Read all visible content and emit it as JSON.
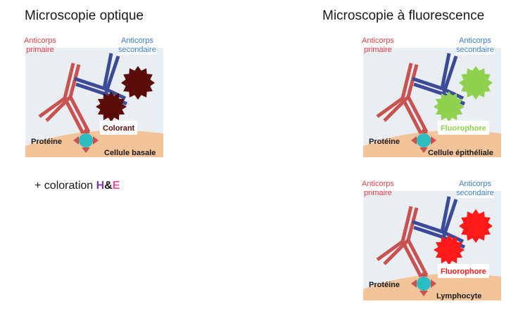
{
  "titles": {
    "left": "Microscopie optique",
    "right": "Microscopie à fluorescence"
  },
  "panels": [
    {
      "primary_label": "Anticorps\nprimaire",
      "secondary_label": "Anticorps\nsecondaire",
      "marker_label": "Colorant",
      "protein_label": "Protéine",
      "cell_label": "Cellule basale",
      "marker_color": "#5a0c08",
      "marker_label_color": "#5a0c08"
    },
    {
      "primary_label": "Anticorps\nprimaire",
      "secondary_label": "Anticorps\nsecondaire",
      "marker_label": "Fluorophore",
      "protein_label": "Protéine",
      "cell_label": "Cellule épithéliale",
      "marker_color": "#8fd14f",
      "marker_label_color": "#8fd14f"
    },
    {
      "primary_label": "Anticorps\nprimaire",
      "secondary_label": "Anticorps\nsecondaire",
      "marker_label": "Fluorophore",
      "protein_label": "Protéine",
      "cell_label": "Lymphocyte",
      "marker_color": "#ff1a1a",
      "marker_label_color": "#ff1a1a"
    }
  ],
  "caption": {
    "prefix": "+ coloration ",
    "h": "H",
    "amp": "&",
    "e": "E"
  },
  "colors": {
    "primary_antibody": "#c9524f",
    "secondary_antibody": "#3c4a9a",
    "protein": "#2bbcc4",
    "cell": "#f3c49a",
    "background": "#e9eef2"
  }
}
